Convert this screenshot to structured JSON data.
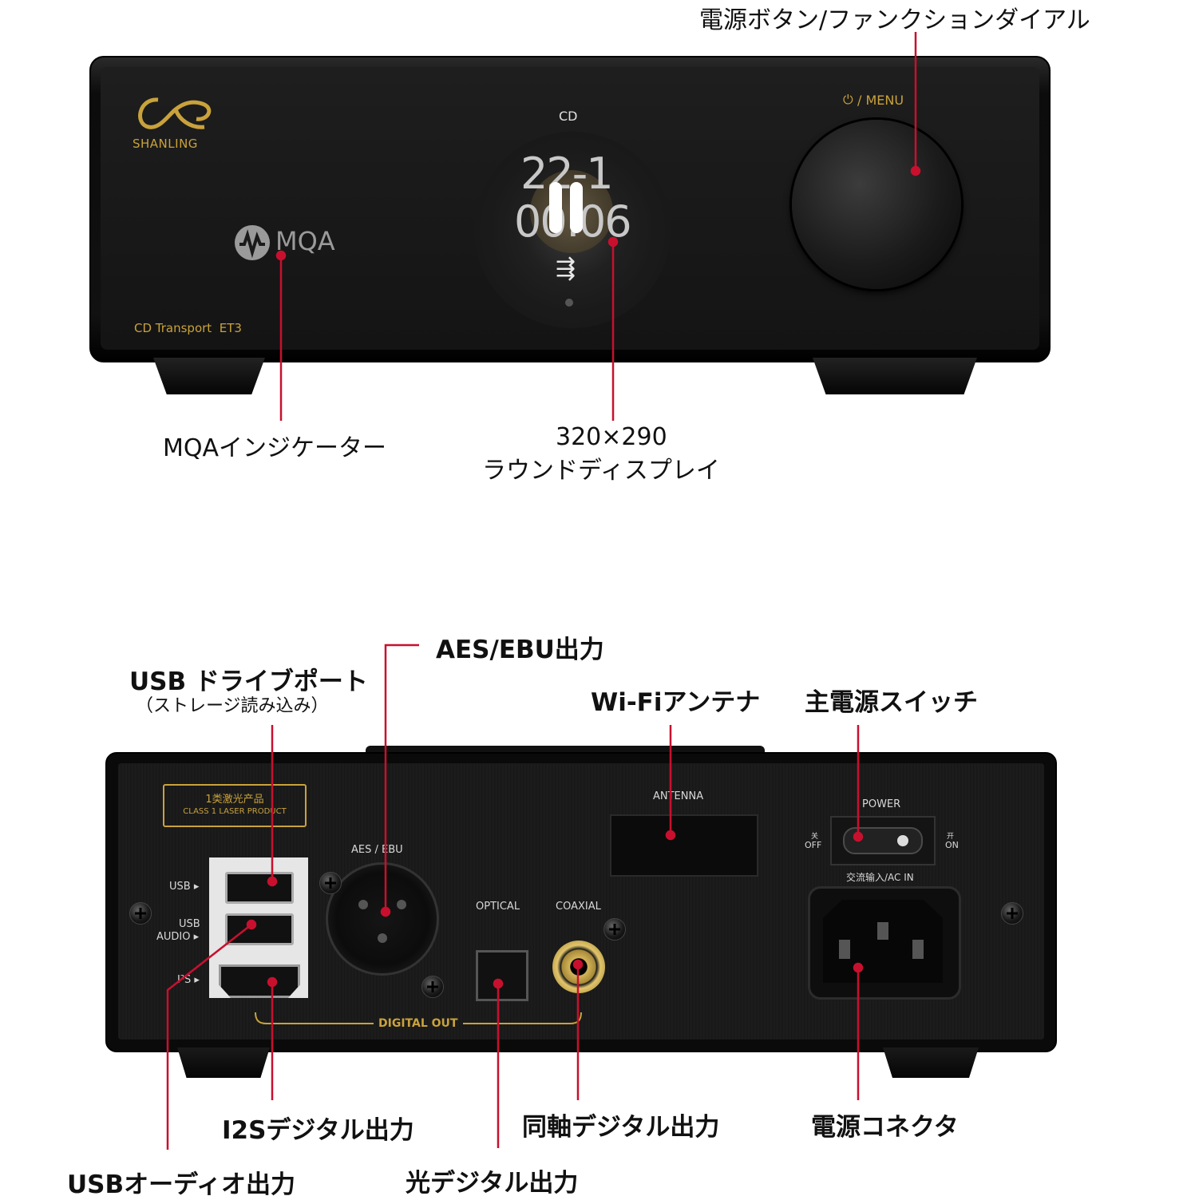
{
  "front": {
    "brand": "SHANLING",
    "model": "CD Transport  ET3",
    "mqa_logo": "MQA",
    "knob_label": "/ MENU",
    "display": {
      "source": "CD",
      "track": "22-1",
      "time": "00:06"
    }
  },
  "front_callouts": {
    "power_dial": "電源ボタン/ファンクションダイアル",
    "mqa_indicator": "MQAインジケーター",
    "display_line1": "320×290",
    "display_line2": "ラウンドディスプレイ"
  },
  "rear": {
    "laser_label_cn": "1类激光产品",
    "laser_label_en": "CLASS 1 LASER PRODUCT",
    "usb": "USB ▸",
    "usb_audio_1": "USB",
    "usb_audio_2": "AUDIO ▸",
    "i2s": "I²S ▸",
    "aes_ebu": "AES / EBU",
    "optical": "OPTICAL",
    "coaxial": "COAXIAL",
    "digital_out": "DIGITAL OUT",
    "antenna": "ANTENNA",
    "power": "POWER",
    "off_cn": "关",
    "off": "OFF",
    "on_cn": "开",
    "on": "ON",
    "ac_in": "交流输入/AC IN"
  },
  "rear_callouts": {
    "aes_ebu_out": "AES/EBU出力",
    "usb_drive": "USB ドライブポート",
    "usb_drive_sub": "（ストレージ読み込み）",
    "wifi": "Wi-Fiアンテナ",
    "main_power": "主電源スイッチ",
    "i2s_out": "I2Sデジタル出力",
    "coaxial_out": "同軸デジタル出力",
    "power_connector": "電源コネクタ",
    "usb_audio_out": "USBオーディオ出力",
    "optical_out": "光デジタル出力"
  },
  "colors": {
    "callout_line": "#c8102e",
    "gold": "#c9a23c",
    "chassis": "#111111"
  }
}
